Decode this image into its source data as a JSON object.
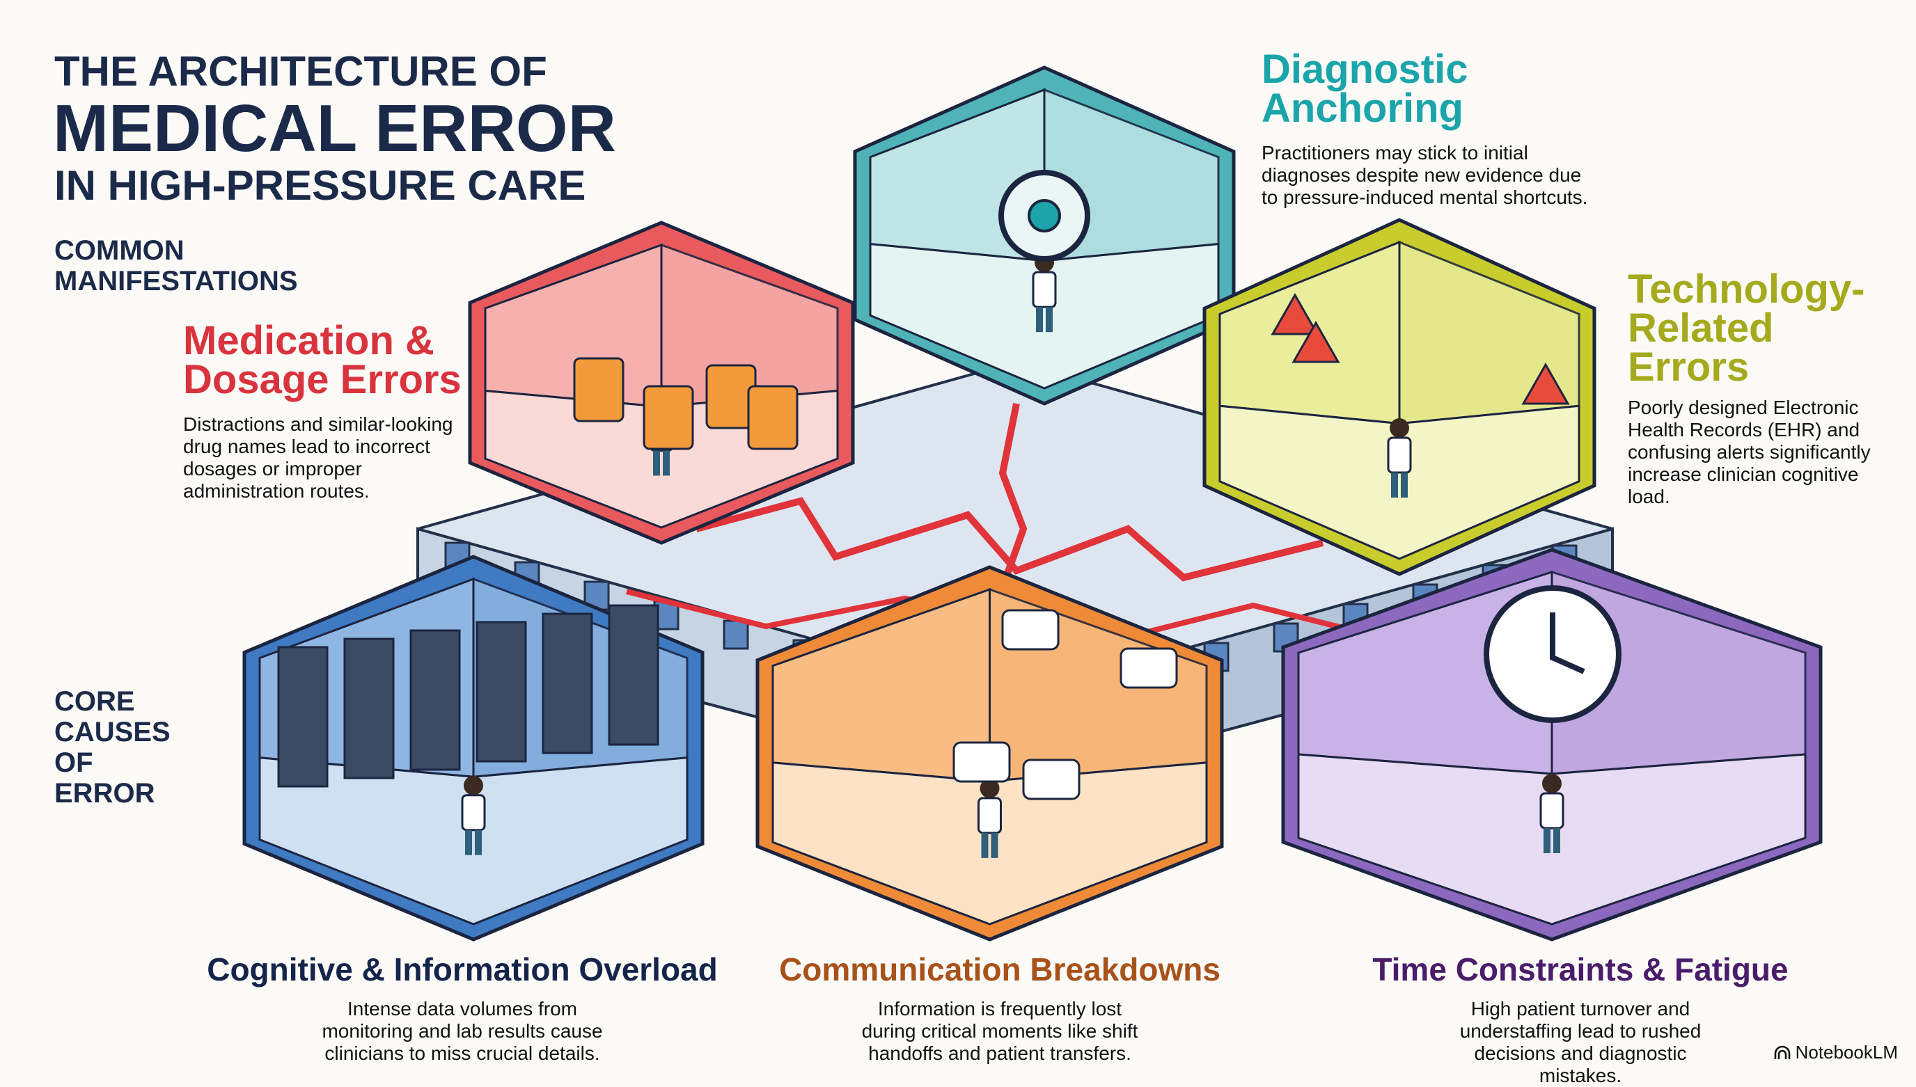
{
  "title": {
    "line1": "THE ARCHITECTURE OF",
    "line2": "MEDICAL ERROR",
    "line3": "IN HIGH-PRESSURE CARE"
  },
  "sections": {
    "manifestations": "COMMON MANIFESTATIONS",
    "causes": "CORE CAUSES OF ERROR"
  },
  "manifestations": [
    {
      "id": "medication",
      "heading": "Medication & Dosage Errors",
      "description": "Distractions and similar-looking drug names lead to incorrect dosages or improper administration routes.",
      "color": "#d9333d"
    },
    {
      "id": "diagnostic",
      "heading": "Diagnostic Anchoring",
      "description": "Practitioners may stick to initial diagnoses despite new evidence due to pressure-induced mental shortcuts.",
      "color": "#1ba5aa"
    },
    {
      "id": "technology",
      "heading": "Technology-Related Errors",
      "description": "Poorly designed Electronic Health Records (EHR) and confusing alerts significantly increase clinician cognitive load.",
      "color": "#a5a91c"
    }
  ],
  "causes": [
    {
      "id": "cognitive",
      "heading": "Cognitive & Information Overload",
      "description": "Intense data volumes from monitoring and lab results cause clinicians to miss crucial details.",
      "color": "#14244a"
    },
    {
      "id": "communication",
      "heading": "Communication Breakdowns",
      "description": "Information is frequently lost during critical moments like shift handoffs and patient transfers.",
      "color": "#a8521a"
    },
    {
      "id": "time",
      "heading": "Time Constraints & Fatigue",
      "description": "High patient turnover and understaffing lead to rushed decisions and diagnostic mistakes.",
      "color": "#4a1c6a"
    }
  ],
  "branding": {
    "label": "NotebookLM",
    "icon": "notebooklm-logo-icon"
  }
}
